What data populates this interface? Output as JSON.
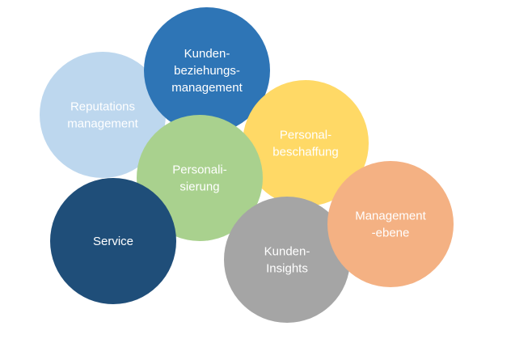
{
  "circles": [
    {
      "id": "reputation",
      "lines": [
        "Reputations",
        "management"
      ],
      "color": "#BDD7EE"
    },
    {
      "id": "kundenbeziehung",
      "lines": [
        "Kunden-",
        "beziehungs-",
        "management"
      ],
      "color": "#2E75B6"
    },
    {
      "id": "personalbeschaffung",
      "lines": [
        "Personal-",
        "beschaffung"
      ],
      "color": "#FFD966"
    },
    {
      "id": "personalisierung",
      "lines": [
        "Personali-",
        "sierung"
      ],
      "color": "#A9D18E"
    },
    {
      "id": "service",
      "lines": [
        "Service"
      ],
      "color": "#1F4E79"
    },
    {
      "id": "kunden-insights",
      "lines": [
        "Kunden-",
        "Insights"
      ],
      "color": "#A5A5A5"
    },
    {
      "id": "managementebene",
      "lines": [
        "Management",
        "-ebene"
      ],
      "color": "#F4B183"
    }
  ]
}
